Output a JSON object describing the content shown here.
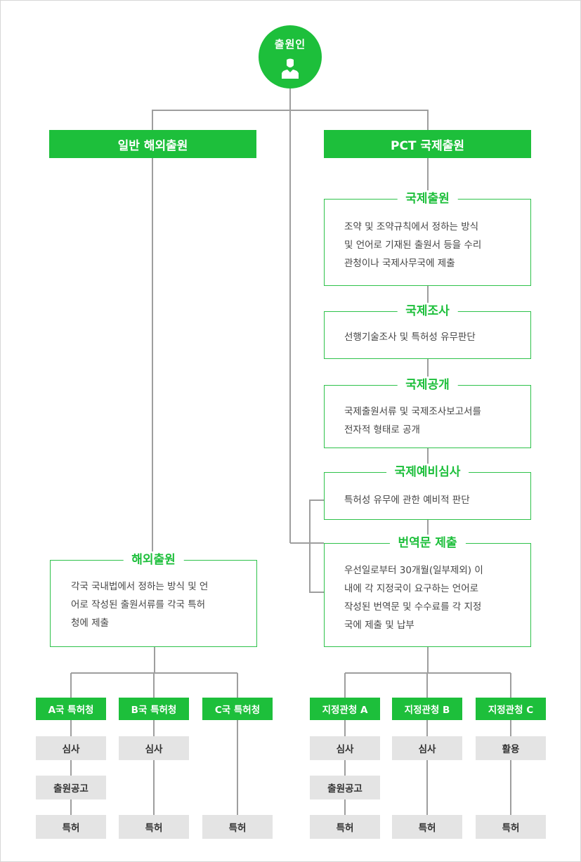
{
  "applicant": {
    "label": "출원인",
    "icon": "person-icon"
  },
  "general": {
    "header": "일반 해외출원",
    "box": {
      "title": "해외출원",
      "lines": [
        "각국 국내법에서 정하는 방식 및 언",
        "어로 작성된 출원서류를 각국 특허",
        "청에 제출"
      ]
    },
    "offices": [
      {
        "label": "A국 특허청",
        "steps": [
          "심사",
          "출원공고",
          "특허"
        ]
      },
      {
        "label": "B국 특허청",
        "steps": [
          "심사",
          "특허"
        ]
      },
      {
        "label": "C국 특허청",
        "steps": [
          "특허"
        ]
      }
    ]
  },
  "pct": {
    "header": "PCT 국제출원",
    "stages": [
      {
        "title": "국제출원",
        "lines": [
          "조약 및 조약규칙에서 정하는 방식",
          "및 언어로 기재된 출원서 등을 수리",
          "관청이나 국제사무국에 제출"
        ]
      },
      {
        "title": "국제조사",
        "lines": [
          "선행기술조사 및 특허성 유무판단"
        ]
      },
      {
        "title": "국제공개",
        "lines": [
          "국제출원서류 및 국제조사보고서를",
          "전자적 형태로 공개"
        ]
      },
      {
        "title": "국제예비심사",
        "lines": [
          "특허성 유무에 관한 예비적 판단"
        ]
      },
      {
        "title": "번역문 제출",
        "lines": [
          "우선일로부터 30개월(일부제외) 이",
          "내에 각 지정국이 요구하는 언어로",
          "작성된 번역문 및 수수료를 각 지정",
          "국에 제출 및 납부"
        ]
      }
    ],
    "offices": [
      {
        "label": "지정관청 A",
        "steps": [
          "심사",
          "출원공고",
          "특허"
        ]
      },
      {
        "label": "지정관청 B",
        "steps": [
          "심사",
          "특허"
        ]
      },
      {
        "label": "지정관청 C",
        "steps": [
          "활용",
          "특허"
        ]
      }
    ]
  },
  "colors": {
    "accent": "#1dbf3b",
    "line": "#9e9e9e",
    "step_bg": "#e4e4e4"
  }
}
